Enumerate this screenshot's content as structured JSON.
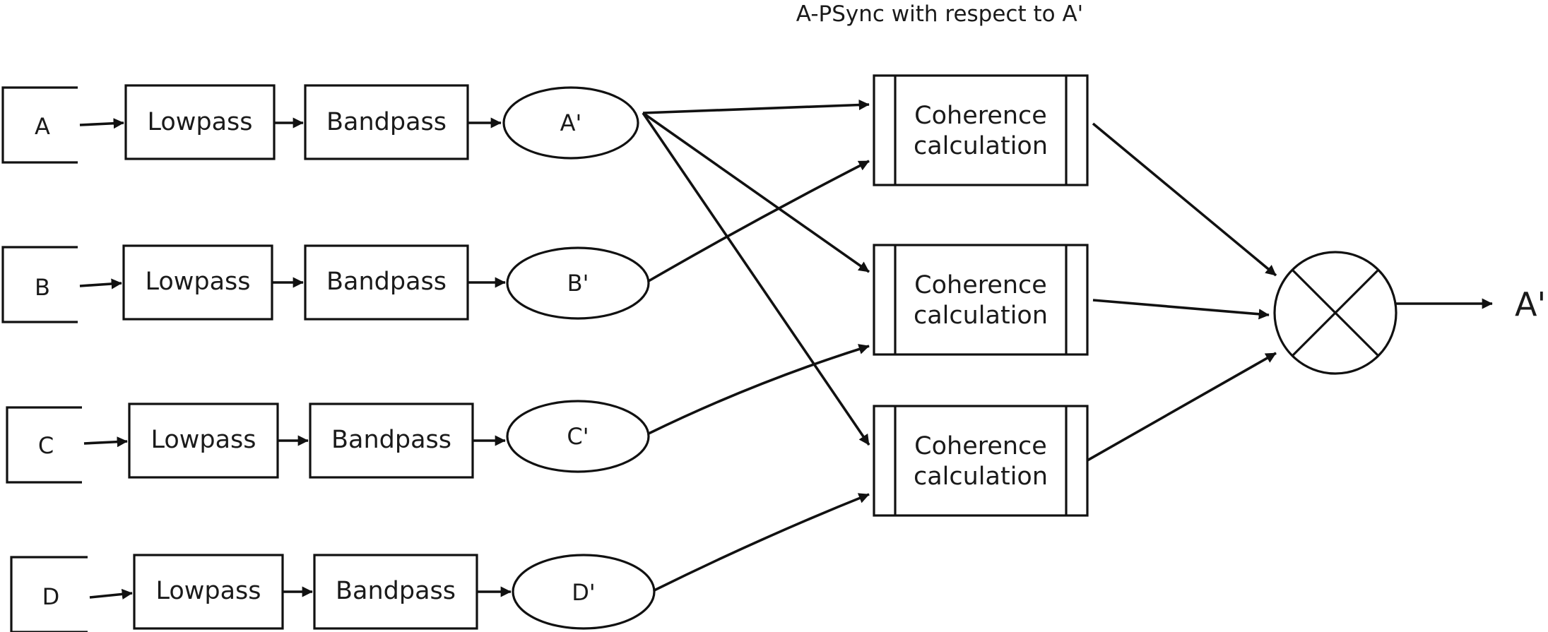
{
  "title": "A-PSync with respect to A'",
  "rows": [
    {
      "source": "A",
      "lowpass": "Lowpass",
      "bandpass": "Bandpass",
      "output": "A'"
    },
    {
      "source": "B",
      "lowpass": "Lowpass",
      "bandpass": "Bandpass",
      "output": "B'"
    },
    {
      "source": "C",
      "lowpass": "Lowpass",
      "bandpass": "Bandpass",
      "output": "C'"
    },
    {
      "source": "D",
      "lowpass": "Lowpass",
      "bandpass": "Bandpass",
      "output": "D'"
    }
  ],
  "coherence": [
    {
      "line1": "Coherence",
      "line2": "calculation"
    },
    {
      "line1": "Coherence",
      "line2": "calculation"
    },
    {
      "line1": "Coherence",
      "line2": "calculation"
    }
  ],
  "final_output": "A'",
  "product_symbol": "multiply-circle"
}
